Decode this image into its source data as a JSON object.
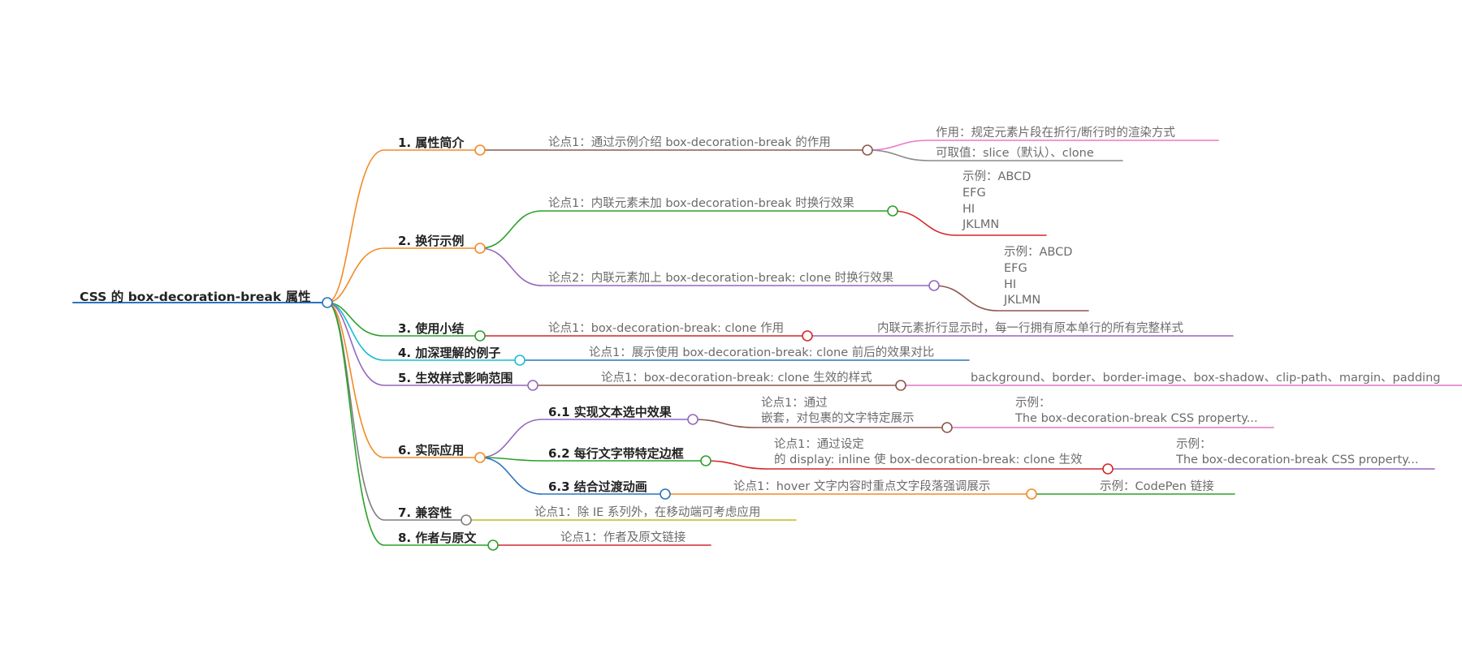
{
  "mindmap": {
    "root": {
      "label": "CSS 的 box-decoration-break 属性",
      "color": "#2b73bd",
      "children": [
        {
          "label": "1. 属性简介",
          "color": "#f28a25",
          "children": [
            {
              "label": "论点1：通过示例介绍 box-decoration-break 的作用",
              "color": "#8b5a50",
              "children": [
                {
                  "label": "作用：规定元素片段在折行/断行时的渲染方式",
                  "color": "#e879c6"
                },
                {
                  "label": "可取值：slice（默认）、clone",
                  "color": "#8a8a8a"
                }
              ]
            }
          ]
        },
        {
          "label": "2. 换行示例",
          "color": "#f28a25",
          "children": [
            {
              "label": "论点1：内联元素未加 box-decoration-break 时换行效果",
              "color": "#2ca02c",
              "children": [
                {
                  "label": "示例：ABCD\nEFG\nHI\nJKLMN",
                  "color": "#d62728"
                }
              ]
            },
            {
              "label": "论点2：内联元素加上 box-decoration-break: clone 时换行效果",
              "color": "#9467bd",
              "children": [
                {
                  "label": "示例：ABCD\nEFG\nHI\nJKLMN",
                  "color": "#8c564b"
                }
              ]
            }
          ]
        },
        {
          "label": "3. 使用小结",
          "color": "#2ca02c",
          "children": [
            {
              "label": "论点1：box-decoration-break: clone 作用",
              "color": "#d62728",
              "children": [
                {
                  "label": "内联元素折行显示时，每一行拥有原本单行的所有完整样式",
                  "color": "#9467bd"
                }
              ]
            }
          ]
        },
        {
          "label": "4. 加深理解的例子",
          "color": "#17becf",
          "children": [
            {
              "label": "论点1：展示使用 box-decoration-break: clone 前后的效果对比",
              "color": "#2b73bd"
            }
          ]
        },
        {
          "label": "5. 生效样式影响范围",
          "color": "#9467bd",
          "children": [
            {
              "label": "论点1：box-decoration-break: clone 生效的样式",
              "color": "#8c564b",
              "children": [
                {
                  "label": "background、border、border-image、box-shadow、clip-path、margin、padding",
                  "color": "#e377c2"
                }
              ]
            }
          ]
        },
        {
          "label": "6. 实际应用",
          "color": "#f28a25",
          "children": [
            {
              "label": "6.1 实现文本选中效果",
              "color": "#9467bd",
              "children": [
                {
                  "label": "论点1：通过\n嵌套，对包裹的文字特定展示",
                  "color": "#8c564b",
                  "children": [
                    {
                      "label": "示例：\nThe box-decoration-break CSS property...",
                      "color": "#e377c2"
                    }
                  ]
                }
              ]
            },
            {
              "label": "6.2 每行文字带特定边框",
              "color": "#2ca02c",
              "children": [
                {
                  "label": "论点1：通过设定\n的 display: inline 使 box-decoration-break: clone 生效",
                  "color": "#d62728",
                  "children": [
                    {
                      "label": "示例：\nThe box-decoration-break CSS property...",
                      "color": "#9467bd"
                    }
                  ]
                }
              ]
            },
            {
              "label": "6.3 结合过渡动画",
              "color": "#2b73bd",
              "children": [
                {
                  "label": "论点1：hover 文字内容时重点文字段落强调展示",
                  "color": "#f28a25",
                  "children": [
                    {
                      "label": "示例：CodePen 链接",
                      "color": "#2ca02c"
                    }
                  ]
                }
              ]
            }
          ]
        },
        {
          "label": "7. 兼容性",
          "color": "#7f7f7f",
          "children": [
            {
              "label": "论点1：除 IE 系列外，在移动端可考虑应用",
              "color": "#bcbd22"
            }
          ]
        },
        {
          "label": "8. 作者与原文",
          "color": "#2ca02c",
          "children": [
            {
              "label": "论点1：作者及原文链接",
              "color": "#d62728"
            }
          ]
        }
      ]
    }
  }
}
